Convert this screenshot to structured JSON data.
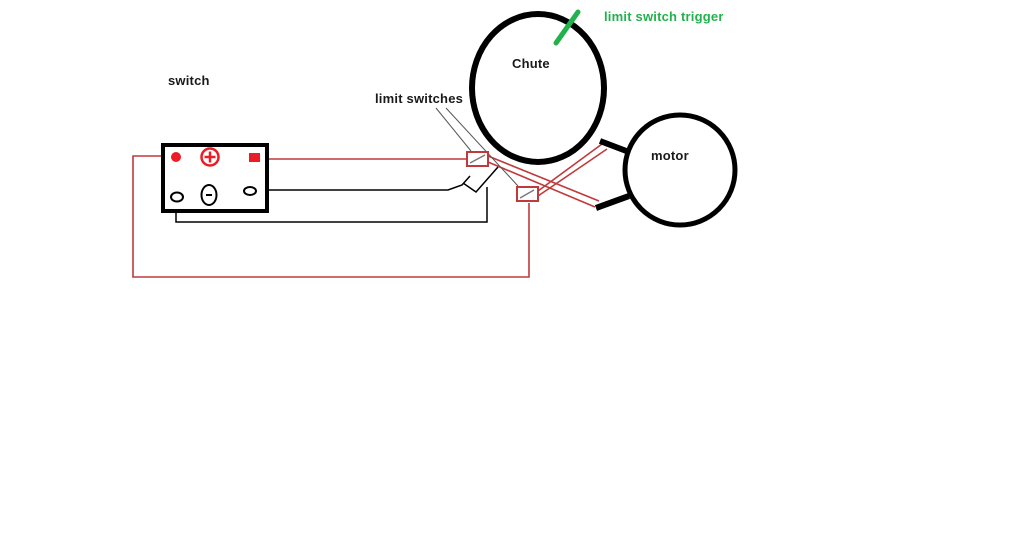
{
  "diagram": {
    "labels": {
      "switch": "switch",
      "limit_switches": "limit switches",
      "chute": "Chute",
      "motor": "motor",
      "trigger": "limit switch trigger"
    },
    "colors": {
      "wire_red": "#c0393b",
      "terminal_red": "#ed1c24",
      "trigger_green": "#22b14c",
      "outline_black": "#000000"
    }
  }
}
